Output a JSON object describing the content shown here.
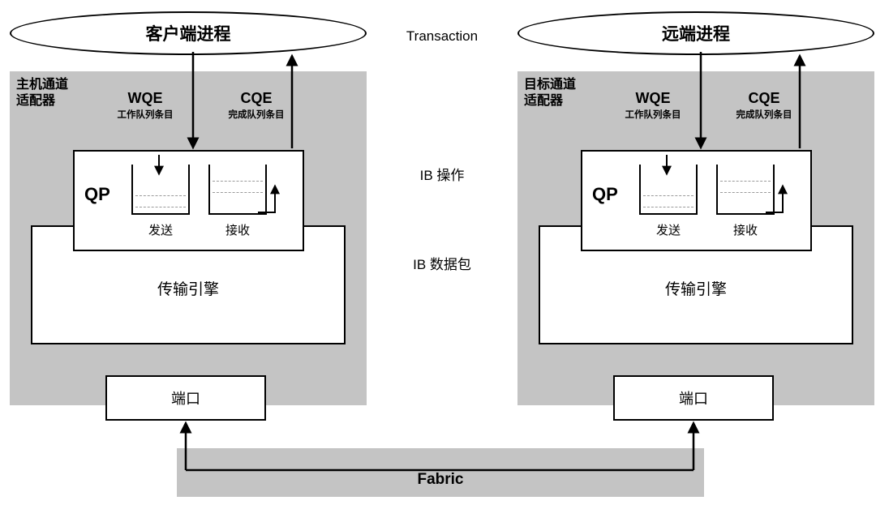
{
  "left": {
    "process": "客户端进程",
    "adapter_line1": "主机通道",
    "adapter_line2": "适配器",
    "wqe": "WQE",
    "wqe_sub": "工作队列条目",
    "cqe": "CQE",
    "cqe_sub": "完成队列条目",
    "qp": "QP",
    "send": "发送",
    "recv": "接收",
    "engine": "传输引擎",
    "port": "端口"
  },
  "right": {
    "process": "远端进程",
    "adapter_line1": "目标通道",
    "adapter_line2": "适配器",
    "wqe": "WQE",
    "wqe_sub": "工作队列条目",
    "cqe": "CQE",
    "cqe_sub": "完成队列条目",
    "qp": "QP",
    "send": "发送",
    "recv": "接收",
    "engine": "传输引擎",
    "port": "端口"
  },
  "middle": {
    "transaction": "Transaction",
    "ib_operation": "IB 操作",
    "ib_packet": "IB 数据包"
  },
  "fabric": "Fabric",
  "colors": {
    "panel_gray": "#c4c4c4",
    "box_white": "#ffffff",
    "line_black": "#000000"
  }
}
